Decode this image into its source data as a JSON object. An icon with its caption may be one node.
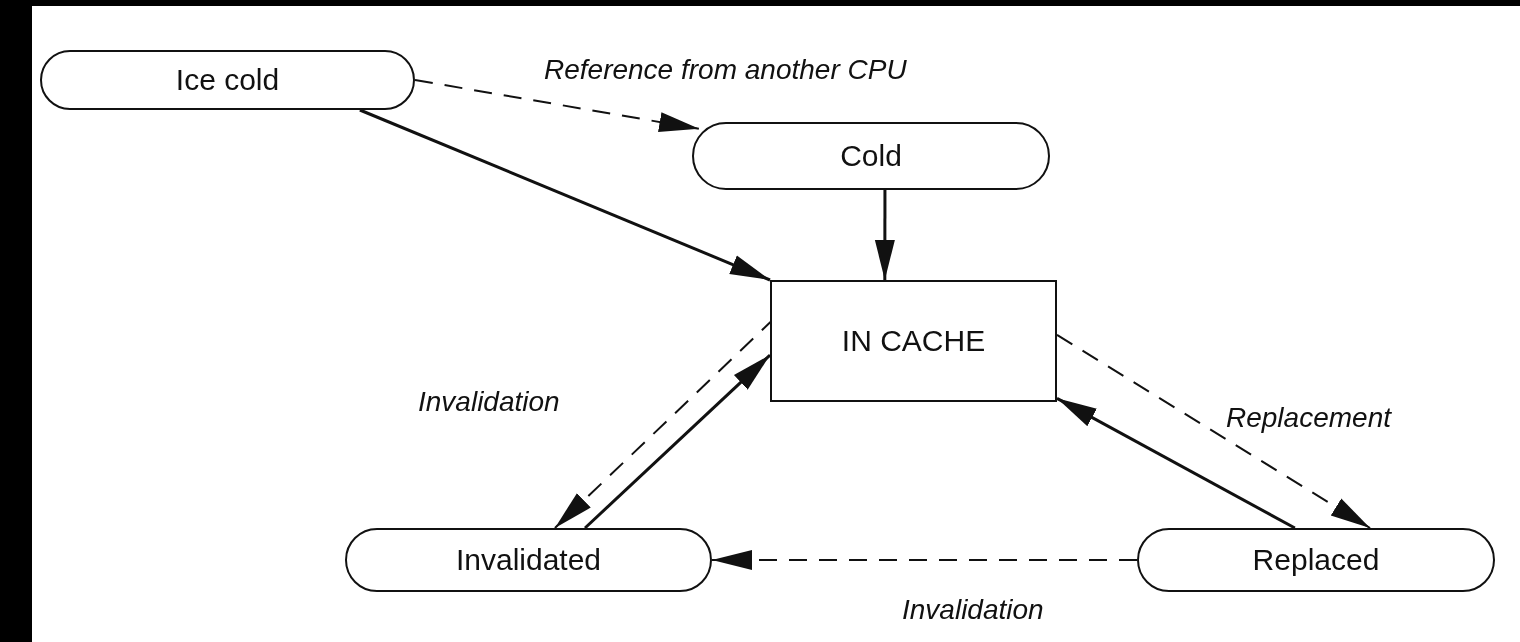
{
  "diagram": {
    "nodes": [
      {
        "text": [
          "Ice cold"
        ]
      },
      {
        "text": [
          "Cold"
        ]
      },
      {
        "text": [
          "IN CACHE"
        ]
      },
      {
        "text": [
          "Invalidated"
        ]
      },
      {
        "text": [
          "Replaced"
        ]
      }
    ],
    "edges": [
      {
        "from": 0,
        "to": 1,
        "arrow": "to",
        "style": "dashed",
        "label": "Reference from another CPU"
      },
      {
        "from": 0,
        "to": 2,
        "arrow": "to"
      },
      {
        "from": 1,
        "to": 2,
        "arrow": "to"
      },
      {
        "from": 2,
        "to": 3,
        "arrow": "to",
        "style": "dashed",
        "label": "Invalidation"
      },
      {
        "from": 3,
        "to": 2,
        "arrow": "to"
      },
      {
        "from": 2,
        "to": 4,
        "arrow": "to",
        "style": "dashed",
        "label": "Replacement"
      },
      {
        "from": 4,
        "to": 2,
        "arrow": "to"
      },
      {
        "from": 4,
        "to": 3,
        "arrow": "to",
        "style": "dashed",
        "label": "Invalidation"
      }
    ]
  }
}
